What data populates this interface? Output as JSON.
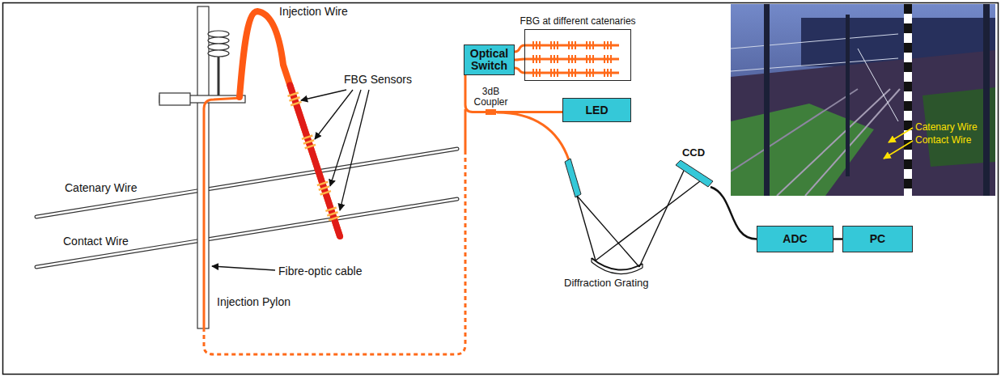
{
  "diagram": {
    "nodes": [
      {
        "text": [
          "Optical Switch"
        ]
      },
      {
        "text": [
          "FBG at different catenaries"
        ]
      },
      {
        "text": [
          "3dB Coupler"
        ]
      },
      {
        "text": [
          "LED"
        ]
      },
      {
        "text": [
          "CCD"
        ]
      },
      {
        "text": [
          "ADC"
        ]
      },
      {
        "text": [
          "PC"
        ]
      }
    ],
    "edges": [
      {
        "from": 0,
        "to": 1,
        "arrow": "none"
      },
      {
        "from": 0,
        "to": 2,
        "arrow": "none"
      },
      {
        "from": 2,
        "to": 3,
        "arrow": "none"
      },
      {
        "from": 4,
        "to": 5,
        "arrow": "none"
      },
      {
        "from": 5,
        "to": 6,
        "arrow": "none"
      }
    ],
    "labels": [
      "Injection Wire",
      "FBG Sensors",
      "Catenary Wire",
      "Contact Wire",
      "Fibre-optic cable",
      "Injection Pylon",
      "Diffraction Grating",
      "Catenary Wire",
      "Contact Wire"
    ]
  }
}
